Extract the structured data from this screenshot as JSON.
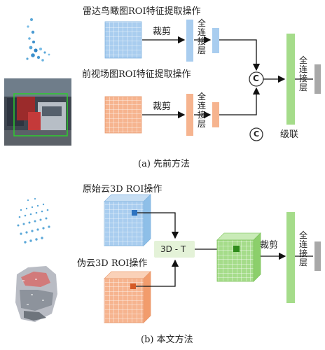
{
  "section_a": {
    "caption": "(a) 先前方法",
    "top_label": "雷达鸟瞰图ROI特征提取操作",
    "bottom_label": "前视场图ROI特征提取操作",
    "crop_top": "裁剪",
    "crop_bottom": "裁剪",
    "fc_top": "全连接层",
    "fc_bottom": "全连接层",
    "fc_final": "全连接层",
    "concat_symbol": "C",
    "legend_symbol": "C",
    "legend_label": "级联"
  },
  "section_b": {
    "caption": "(b) 本文方法",
    "top_label": "原始云3D ROI操作",
    "bottom_label": "伪云3D ROI操作",
    "merge_label": "3D - T",
    "crop_label": "裁剪",
    "fc_final": "全连接层"
  },
  "colors": {
    "blue": "#a9cdef",
    "orange": "#f6b48f",
    "green": "#a5dc8a",
    "gray": "#a8a8a8",
    "merge_box": "#e4f2d8"
  }
}
